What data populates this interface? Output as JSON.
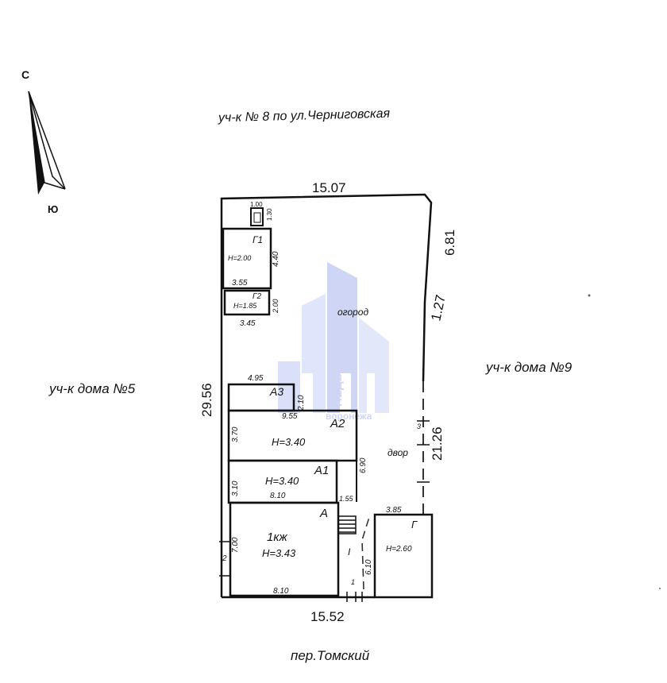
{
  "compass": {
    "north": "С",
    "south": "Ю"
  },
  "neighbors": {
    "north": "уч-к № 8 по ул.Черниговская",
    "west": "уч-к дома №5",
    "east": "уч-к дома №9",
    "street": "пер.Томский"
  },
  "plot": {
    "top": "15.07",
    "left": "29.56",
    "right_upper": "6.81",
    "right_mid": "1.27",
    "right_lower": "21.26",
    "bottom": "15.52"
  },
  "zones": {
    "garden": "огород",
    "yard": "двор"
  },
  "buildings": {
    "main": {
      "letter": "А",
      "label": "1кж",
      "height": "Н=3.43",
      "width": "8.10",
      "depth": "7.00",
      "bottom_width": "8.10",
      "side": "2"
    },
    "a1": {
      "letter": "А1",
      "height": "Н=3.40",
      "width": "8.10",
      "depth": "3.10",
      "step": "1.55"
    },
    "a2": {
      "letter": "А2",
      "height": "Н=3.40",
      "width": "9.55",
      "depth": "3.70",
      "side": "6.90"
    },
    "a3": {
      "letter": "А3",
      "width": "4.95",
      "depth": "2.10"
    },
    "g1": {
      "letter": "Г1",
      "height": "Н=2.00",
      "width": "3.55",
      "depth": "4.40"
    },
    "g2": {
      "letter": "Г2",
      "height": "Н=1.85",
      "width": "3.45",
      "depth": "2.00"
    },
    "g": {
      "letter": "Г",
      "height": "Н=2.60",
      "width": "3.85",
      "depth": "6.10"
    },
    "toilet": {
      "width": "1.00",
      "depth": "1.30"
    },
    "porch": {
      "letter": "I",
      "width": "1"
    },
    "yard_mark": "3"
  },
  "watermark": {
    "line1": "НЕДВИЖИМОСТЬ",
    "line2": "воронежа"
  }
}
